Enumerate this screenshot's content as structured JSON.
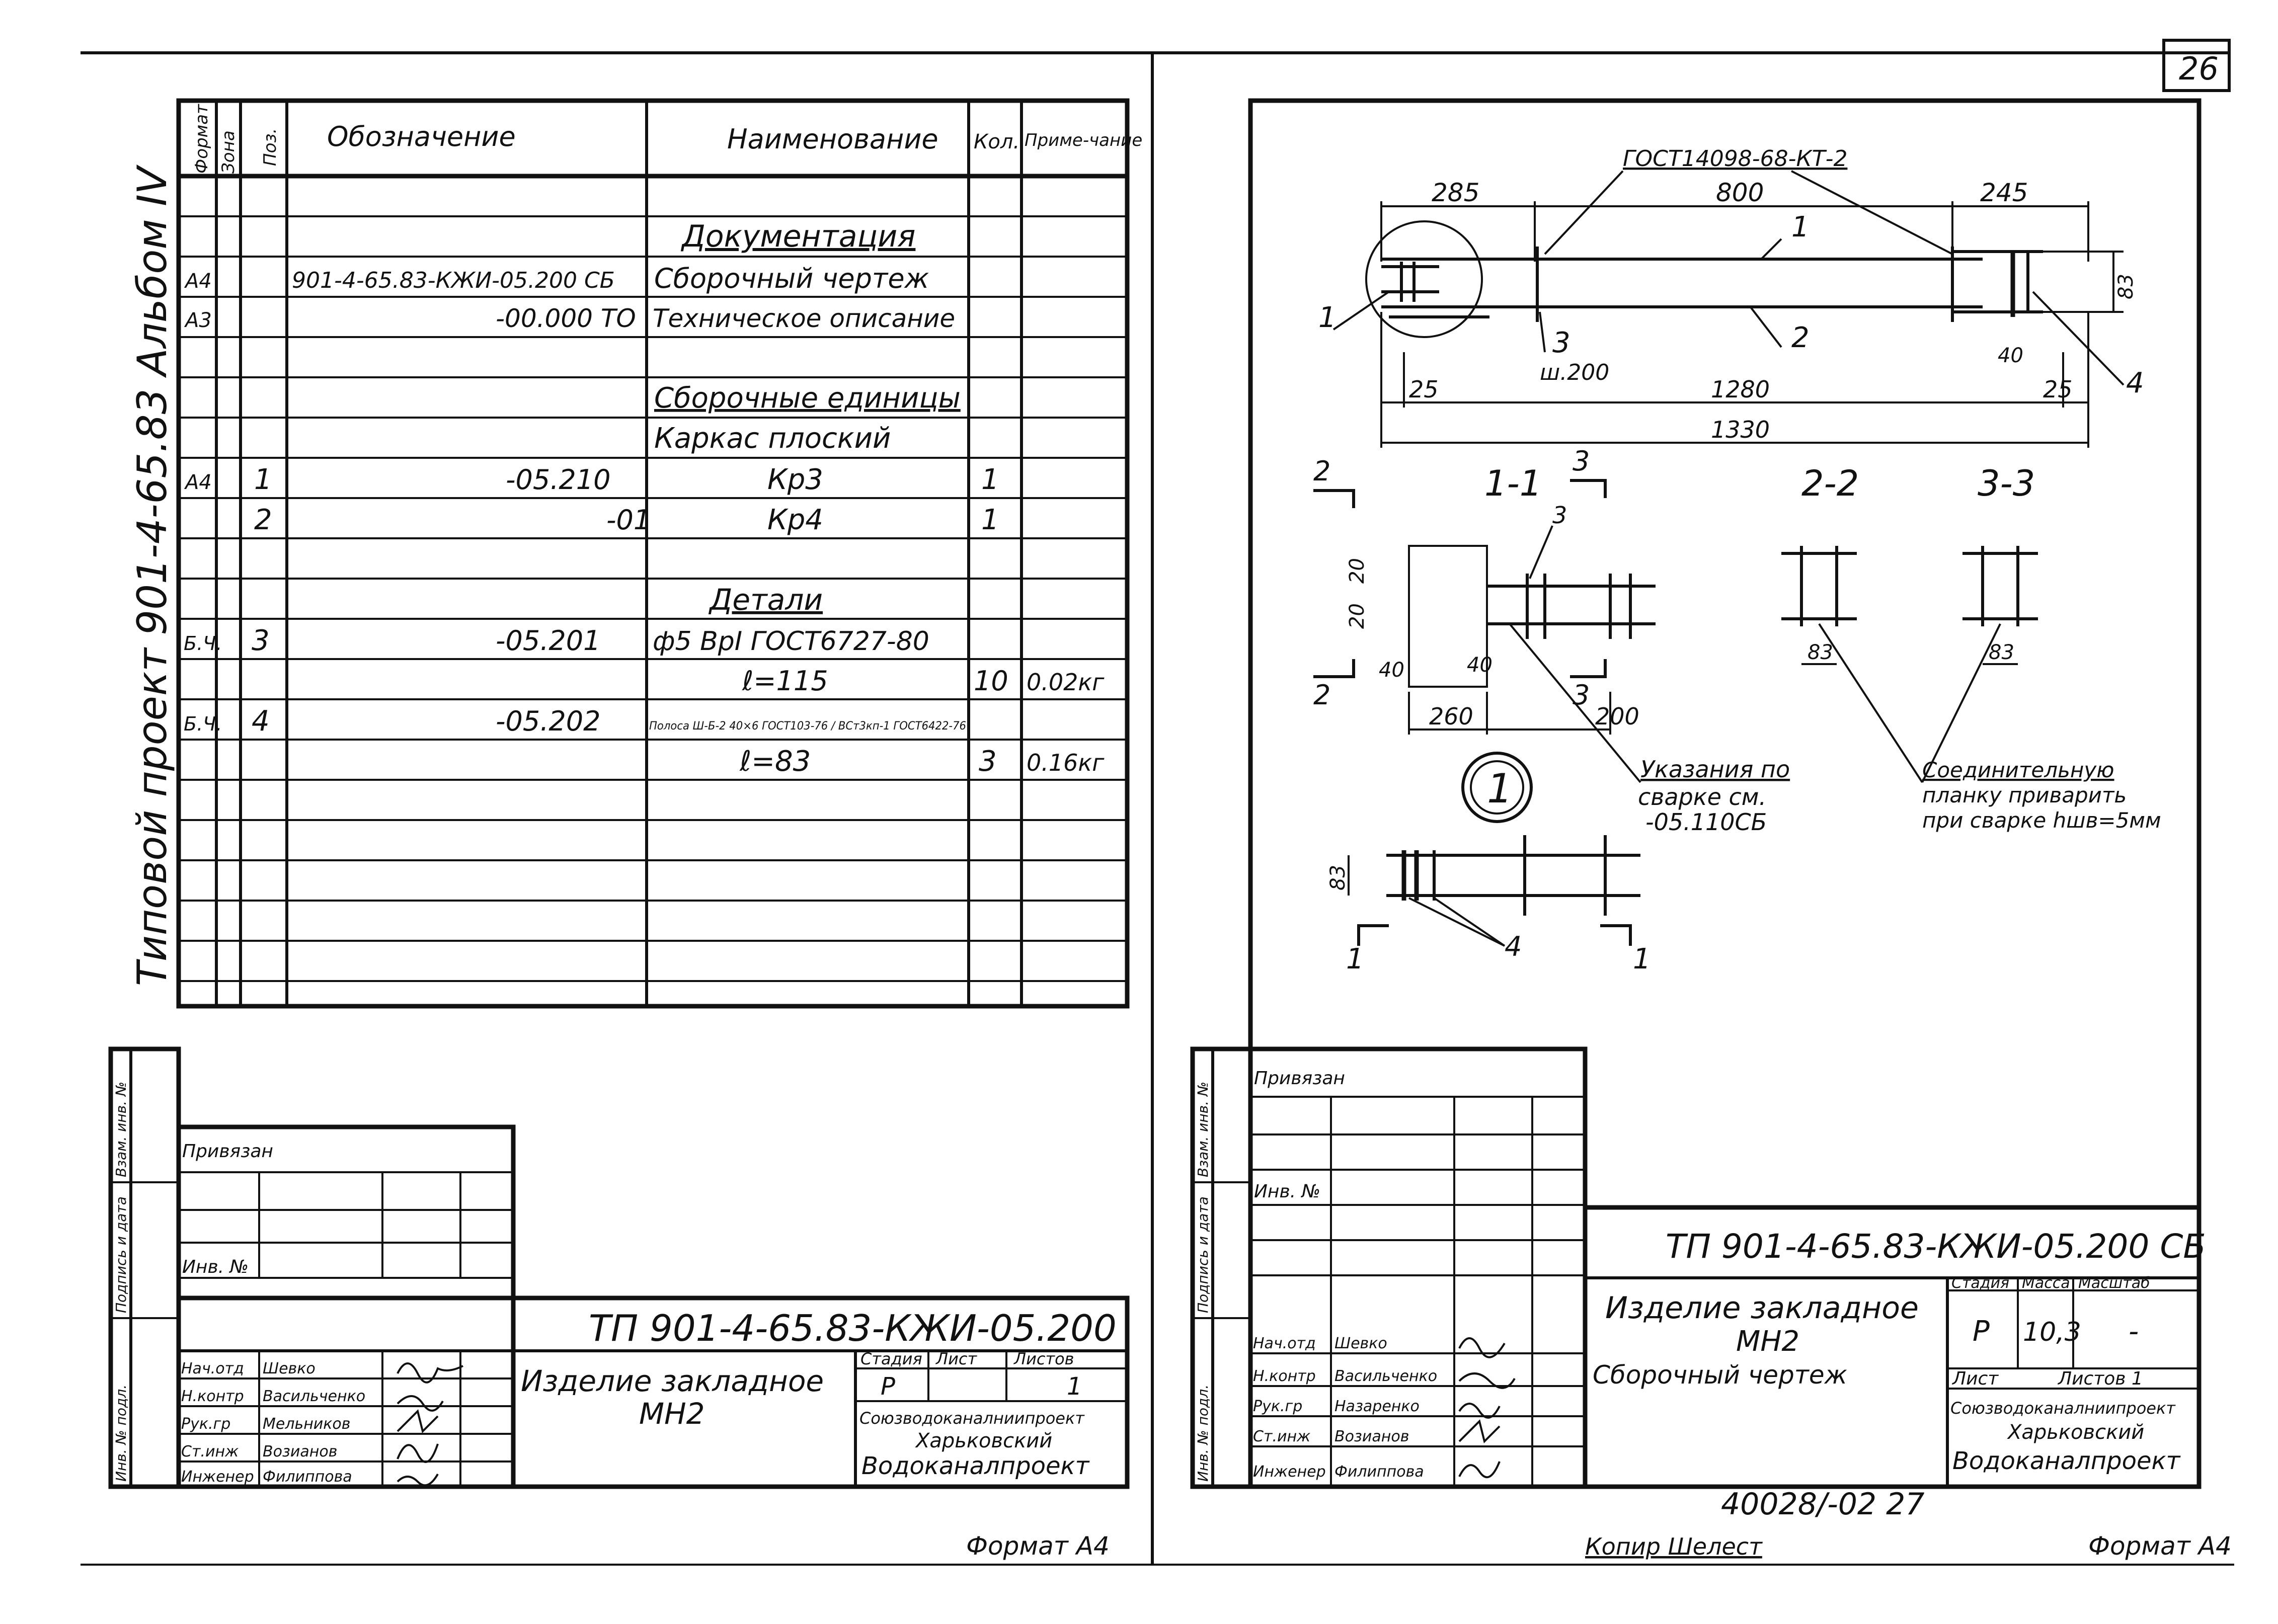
{
  "page_number": "26",
  "left_sheet": {
    "side_text": "Типовой проект 901-4-65.83 Альбом IV",
    "spec_headers": {
      "format": "Формат",
      "zone": "Зона",
      "pos": "Поз.",
      "designation": "Обозначение",
      "name": "Наименование",
      "qty": "Кол.",
      "note": "Приме-чание"
    },
    "spec_rows": [
      {
        "format": "",
        "pos": "",
        "designation": "",
        "name": "Документация",
        "qty": "",
        "note": ""
      },
      {
        "format": "А4",
        "pos": "",
        "designation": "901-4-65.83-КЖИ-05.200 СБ",
        "name": "Сборочный чертеж",
        "qty": "",
        "note": ""
      },
      {
        "format": "А3",
        "pos": "",
        "designation": "-00.000 ТО",
        "name": "Техническое описание",
        "qty": "",
        "note": ""
      },
      {
        "format": "",
        "pos": "",
        "designation": "",
        "name": "",
        "qty": "",
        "note": ""
      },
      {
        "format": "",
        "pos": "",
        "designation": "",
        "name": "Сборочные единицы",
        "qty": "",
        "note": ""
      },
      {
        "format": "",
        "pos": "",
        "designation": "",
        "name": "Каркас плоский",
        "qty": "",
        "note": ""
      },
      {
        "format": "А4",
        "pos": "1",
        "designation": "-05.210",
        "name": "Кр3",
        "qty": "1",
        "note": ""
      },
      {
        "format": "",
        "pos": "2",
        "designation": "-01",
        "name": "Кр4",
        "qty": "1",
        "note": ""
      },
      {
        "format": "",
        "pos": "",
        "designation": "",
        "name": "",
        "qty": "",
        "note": ""
      },
      {
        "format": "",
        "pos": "",
        "designation": "",
        "name": "Детали",
        "qty": "",
        "note": ""
      },
      {
        "format": "Б.Ч.",
        "pos": "3",
        "designation": "-05.201",
        "name": "ф5 ВрI ГОСТ6727-80",
        "qty": "",
        "note": ""
      },
      {
        "format": "",
        "pos": "",
        "designation": "",
        "name": "ℓ=115",
        "qty": "10",
        "note": "0.02кг"
      },
      {
        "format": "Б.Ч.",
        "pos": "4",
        "designation": "-05.202",
        "name": "Полоса Ш-Б-2 40×6 ГОСТ103-76 / ВСт3кп-1 ГОСТ6422-76",
        "qty": "",
        "note": ""
      },
      {
        "format": "",
        "pos": "",
        "designation": "",
        "name": "ℓ=83",
        "qty": "3",
        "note": "0.16кг"
      }
    ],
    "stamp": {
      "privyazan": "Привязан",
      "inv_no": "Инв. №",
      "code": "ТП 901-4-65.83-КЖИ-05.200",
      "title_line1": "Изделие закладное",
      "title_line2": "МН2",
      "stage_label": "Стадия",
      "sheet_label": "Лист",
      "sheets_label": "Листов",
      "stage": "Р",
      "sheets": "1",
      "org_line1": "Союзводоканалниипроект",
      "org_line2": "Харьковский",
      "org_line3": "Водоканалпроект",
      "roles": [
        {
          "role": "Нач.отд",
          "name": "Шевко"
        },
        {
          "role": "Н.контр",
          "name": "Васильченко"
        },
        {
          "role": "Рук.гр",
          "name": "Мельников"
        },
        {
          "role": "Ст.инж",
          "name": "Возианов"
        },
        {
          "role": "Инженер",
          "name": "Филиппова"
        }
      ],
      "side_labels": [
        "Взам. инв. №",
        "Подпись и дата",
        "Инв. № подл."
      ]
    },
    "format_label": "Формат А4"
  },
  "right_sheet": {
    "drawing": {
      "dims_top": [
        "285",
        "800",
        "245"
      ],
      "dims_bottom": [
        "25",
        "1280",
        "25"
      ],
      "dim_total": "1330",
      "dim_height": "83",
      "dim_40": "40",
      "weld_callout": "ГОСТ14098-68-КТ-2",
      "pos_labels": [
        "1",
        "2",
        "3",
        "4"
      ],
      "step_label": "ш.200",
      "section_1_1": "1-1",
      "section_2_2": "2-2",
      "section_3_3": "3-3",
      "sec_marks": [
        "2",
        "2",
        "3",
        "3",
        "1",
        "1"
      ],
      "sec11_dims": [
        "20",
        "20",
        "40",
        "40",
        "260",
        "200"
      ],
      "sec22_dim": "83",
      "sec33_dim": "83",
      "detail_no": "1",
      "detail_dim": "83",
      "note_weld": [
        "Указания по",
        "сварке см.",
        "-05.110СБ"
      ],
      "note_plate": [
        "Соединительную",
        "планку приварить",
        "при сварке hшв=5мм"
      ]
    },
    "stamp": {
      "privyazan": "Привязан",
      "inv_no": "Инв. №",
      "code": "ТП 901-4-65.83-КЖИ-05.200 СБ",
      "title_line1": "Изделие закладное",
      "title_line2": "МН2",
      "title_line3": "Сборочный чертеж",
      "stage_label": "Стадия",
      "mass_label": "Масса",
      "scale_label": "Масштаб",
      "stage": "Р",
      "mass": "10,3",
      "scale": "-",
      "sheet_label": "Лист",
      "sheets_label": "Листов 1",
      "org_line1": "Союзводоканалниипроект",
      "org_line2": "Харьковский",
      "org_line3": "Водоканалпроект",
      "roles": [
        {
          "role": "Нач.отд",
          "name": "Шевко"
        },
        {
          "role": "Н.контр",
          "name": "Васильченко"
        },
        {
          "role": "Рук.гр",
          "name": "Назаренко"
        },
        {
          "role": "Ст.инж",
          "name": "Возианов"
        },
        {
          "role": "Инженер",
          "name": "Филиппова"
        }
      ],
      "side_labels": [
        "Взам. инв. №",
        "Подпись и дата",
        "Инв. № подл."
      ]
    },
    "archive_no": "40028/-02 27",
    "kopir": "Копир Шелест",
    "format_label": "Формат А4"
  }
}
